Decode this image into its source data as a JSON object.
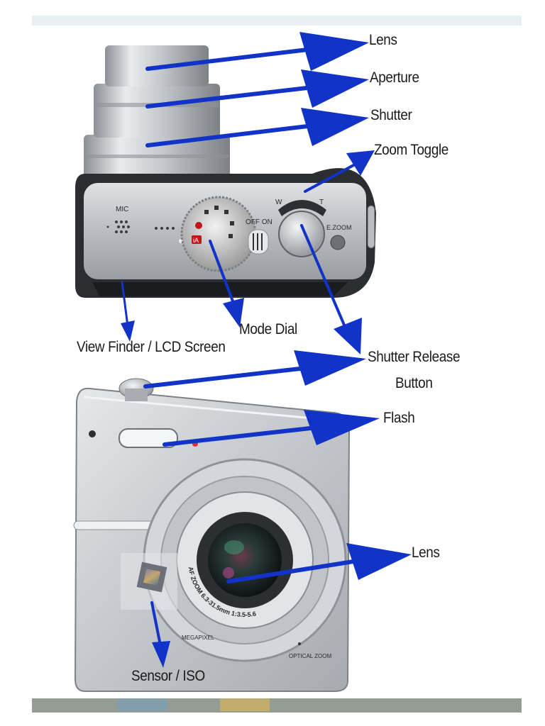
{
  "labels": {
    "lens_top": "Lens",
    "aperture": "Aperture",
    "shutter": "Shutter",
    "zoom_toggle": "Zoom Toggle",
    "mode_dial": "Mode Dial",
    "view_finder": "View Finder / LCD Screen",
    "shutter_release_1": "Shutter Release",
    "shutter_release_2": "Button",
    "flash": "Flash",
    "lens_front": "Lens",
    "sensor": "Sensor / ISO"
  },
  "camera_text": {
    "mic": "MIC",
    "off_on": "OFF ON",
    "w": "W",
    "t": "T",
    "ezoom": "E.ZOOM",
    "mode_ia": "iA",
    "lens_ring": "AF ZOOM 6.3-31.5mm 1:3.5-5.6",
    "megapixel": "MEGAPIXEL",
    "optical_zoom": "OPTICAL ZOOM"
  },
  "colors": {
    "arrow": "#1133c8",
    "label_text": "#1a1a1a",
    "body_dark": "#2b2d31",
    "body_silver": "#c9ccd0"
  }
}
